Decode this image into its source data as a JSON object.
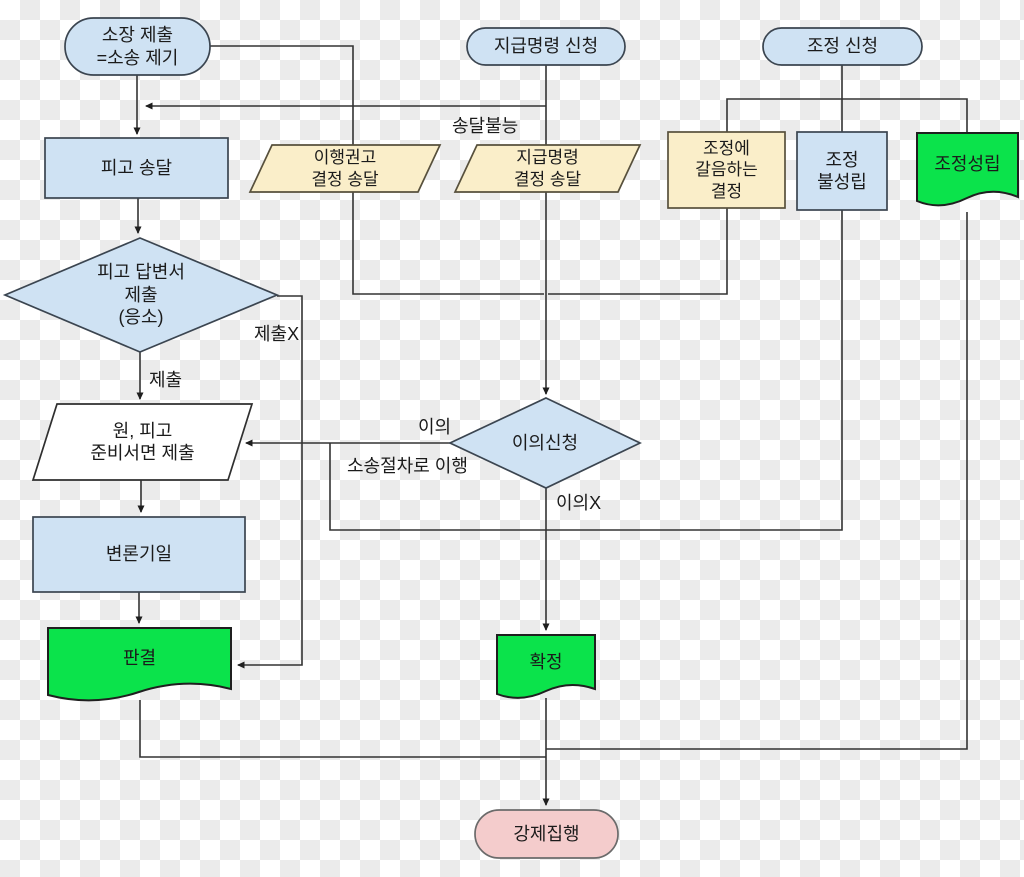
{
  "diagram": {
    "description": "Korean civil procedure flowchart (lawsuit / payment order / mediation to enforcement)",
    "colors": {
      "node_blue": "#cfe2f3",
      "node_tan": "#faeec9",
      "node_green": "#0be34b",
      "node_pink": "#f4cccc",
      "node_white": "#ffffff",
      "edge_stroke": "#333333",
      "text": "#1b1b1b",
      "checker_light": "#ffffff",
      "checker_gray": "#ebebeb"
    },
    "nodes": {
      "filing": {
        "label": "소장 제출\n=소송 제기",
        "shape": "stadium"
      },
      "payment_order": {
        "label": "지급명령 신청",
        "shape": "stadium"
      },
      "mediation": {
        "label": "조정 신청",
        "shape": "stadium"
      },
      "defendant_service": {
        "label": "피고 송달",
        "shape": "rect"
      },
      "recommendation_delivery": {
        "label": "이행권고\n결정 송달",
        "shape": "parallelogram"
      },
      "payment_delivery": {
        "label": "지급명령\n결정 송달",
        "shape": "parallelogram"
      },
      "substitute_decision": {
        "label": "조정에\n갈음하는\n결정",
        "shape": "rect"
      },
      "mediation_failed": {
        "label": "조정\n불성립",
        "shape": "rect"
      },
      "mediation_success": {
        "label": "조정성립",
        "shape": "document"
      },
      "answer_check": {
        "label": "피고 답변서\n제출\n(응소)",
        "shape": "diamond"
      },
      "briefs": {
        "label": "원, 피고\n준비서면 제출",
        "shape": "parallelogram"
      },
      "objection_check": {
        "label": "이의신청",
        "shape": "diamond"
      },
      "trial_date": {
        "label": "변론기일",
        "shape": "rect"
      },
      "judgment": {
        "label": "판결",
        "shape": "document"
      },
      "confirmation": {
        "label": "확정",
        "shape": "document"
      },
      "enforcement": {
        "label": "강제집행",
        "shape": "stadium"
      }
    },
    "edge_labels": {
      "service_failure": "송달불능",
      "no_answer": "제출X",
      "answer": "제출",
      "objection_yes": "이의",
      "to_litigation": "소송절차로 이행",
      "objection_no": "이의X"
    }
  }
}
